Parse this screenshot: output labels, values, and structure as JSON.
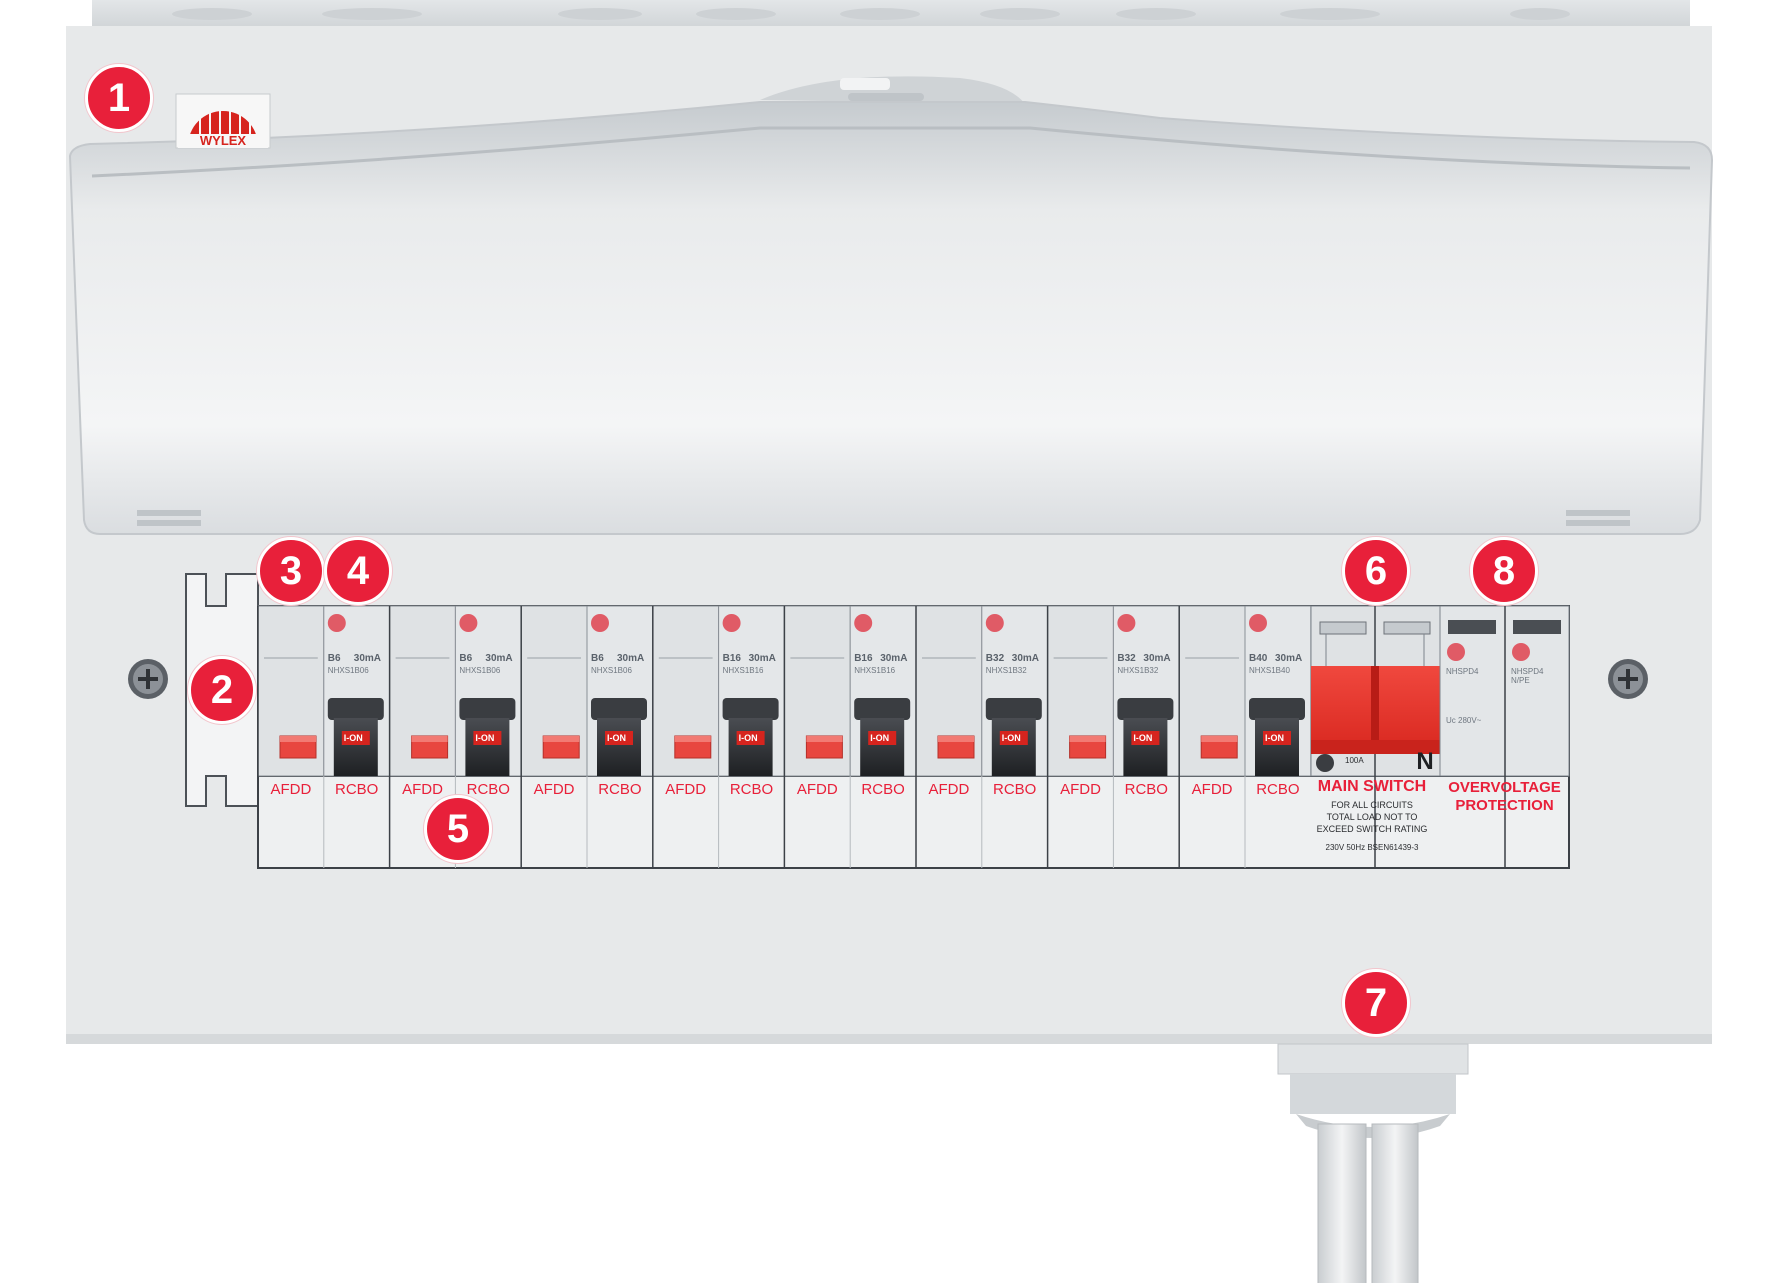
{
  "brand": {
    "logo_text": "WYLEX"
  },
  "callouts": [
    "1",
    "2",
    "3",
    "4",
    "5",
    "6",
    "7",
    "8"
  ],
  "modules": {
    "afdd_label": "AFDD",
    "rcbo_label": "RCBO",
    "toggle_text": "I-ON",
    "ways": [
      {
        "rating": "B6",
        "sensitivity": "30mA",
        "part": "NHXS1B06"
      },
      {
        "rating": "B6",
        "sensitivity": "30mA",
        "part": "NHXS1B06"
      },
      {
        "rating": "B6",
        "sensitivity": "30mA",
        "part": "NHXS1B06"
      },
      {
        "rating": "B16",
        "sensitivity": "30mA",
        "part": "NHXS1B16"
      },
      {
        "rating": "B16",
        "sensitivity": "30mA",
        "part": "NHXS1B16"
      },
      {
        "rating": "B32",
        "sensitivity": "30mA",
        "part": "NHXS1B32"
      },
      {
        "rating": "B32",
        "sensitivity": "30mA",
        "part": "NHXS1B32"
      },
      {
        "rating": "B40",
        "sensitivity": "30mA",
        "part": "NHXS1B40"
      }
    ]
  },
  "main_switch": {
    "title": "MAIN  SWITCH",
    "line1": "FOR ALL CIRCUITS",
    "line2": "TOTAL LOAD NOT TO",
    "line3": "EXCEED SWITCH RATING",
    "spec": "230V  50Hz BSEN61439-3",
    "rating": "100A",
    "neutral": "N"
  },
  "overvoltage": {
    "title_line1": "OVERVOLTAGE",
    "title_line2": "PROTECTION",
    "part1": "NHSPD4",
    "part2": "NHSPD4 N/PE",
    "voltage": "Uc 280V~"
  },
  "colors": {
    "accent": "#e8203a",
    "enclosure": "#e7e9ea",
    "toggle_dark": "#2b2d30"
  }
}
